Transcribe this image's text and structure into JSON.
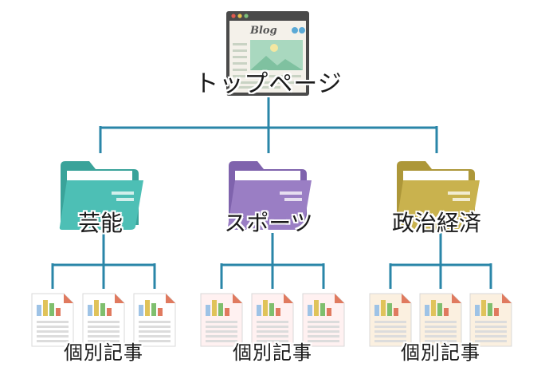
{
  "top_page": {
    "icon": "browser-window-icon",
    "browser_text": "Blog",
    "label": "トップページ"
  },
  "categories": [
    {
      "label": "芸能",
      "folder_color": "#4dbfb5",
      "folder_tab_color": "#3aa39a",
      "doc_tint": "#ffffff",
      "articles_label": "個別記事",
      "article_count": 3
    },
    {
      "label": "スポーツ",
      "folder_color": "#9a7ec4",
      "folder_tab_color": "#7f63ad",
      "doc_tint": "#fff1f1",
      "articles_label": "個別記事",
      "article_count": 3
    },
    {
      "label": "政治経済",
      "folder_color": "#c9b24e",
      "folder_tab_color": "#ad9739",
      "doc_tint": "#fbf0e0",
      "articles_label": "個別記事",
      "article_count": 3
    }
  ],
  "colors": {
    "connector": "#2a86a8",
    "browser_frame": "#4a4a4a",
    "doc_fold": "#e07a5f"
  }
}
